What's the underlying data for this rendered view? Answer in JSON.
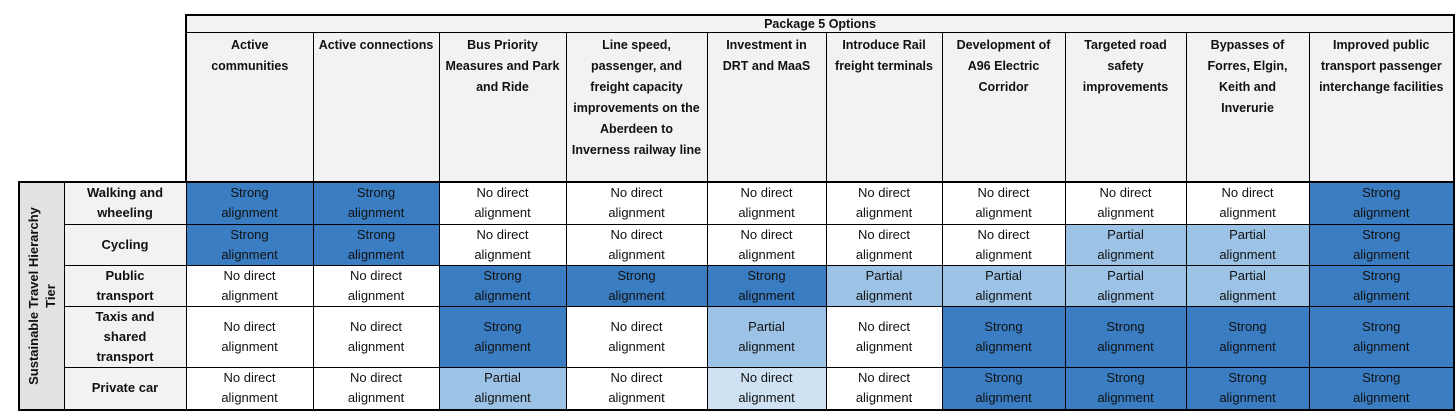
{
  "table": {
    "title": "Package 5 Options",
    "row_group": {
      "label": "Sustainable Travel Hierarchy",
      "sublabel": "Tier"
    },
    "columns": [
      "Active communities",
      "Active connections",
      "Bus Priority Measures and Park and Ride",
      "Line speed, passenger, and freight capacity improvements on the Aberdeen to Inverness railway line",
      "Investment in DRT and MaaS",
      "Introduce Rail freight terminals",
      "Development of A96 Electric Corridor",
      "Targeted road safety improvements",
      "Bypasses of Forres, Elgin, Keith and Inverurie",
      "Improved public transport passenger interchange facilities"
    ],
    "alignment_labels": {
      "strong": "Strong alignment",
      "partial": "Partial alignment",
      "none": "No direct alignment",
      "none_pale": "No direct alignment"
    },
    "rows": [
      {
        "label": "Walking and wheeling",
        "cells": [
          "strong",
          "strong",
          "none",
          "none",
          "none",
          "none",
          "none",
          "none",
          "none",
          "strong"
        ]
      },
      {
        "label": "Cycling",
        "cells": [
          "strong",
          "strong",
          "none",
          "none",
          "none",
          "none",
          "none",
          "partial",
          "partial",
          "strong"
        ]
      },
      {
        "label": "Public transport",
        "cells": [
          "none",
          "none",
          "strong",
          "strong",
          "strong",
          "partial",
          "partial",
          "partial",
          "partial",
          "strong"
        ]
      },
      {
        "label": "Taxis and shared transport",
        "cells": [
          "none",
          "none",
          "strong",
          "none",
          "partial",
          "none",
          "strong",
          "strong",
          "strong",
          "strong"
        ]
      },
      {
        "label": "Private car",
        "cells": [
          "none",
          "none",
          "partial",
          "none",
          "none_pale",
          "none",
          "strong",
          "strong",
          "strong",
          "strong"
        ]
      }
    ]
  },
  "colors": {
    "strong": "#3A7DC2",
    "partial": "#9CC3E6",
    "none_pale": "#CFE2F3",
    "header_bg": "#F2F2F2",
    "label_bg": "#F2F2F2",
    "sidebar_bg": "#E2E2E2",
    "border": "#000000",
    "text": "#111111"
  }
}
